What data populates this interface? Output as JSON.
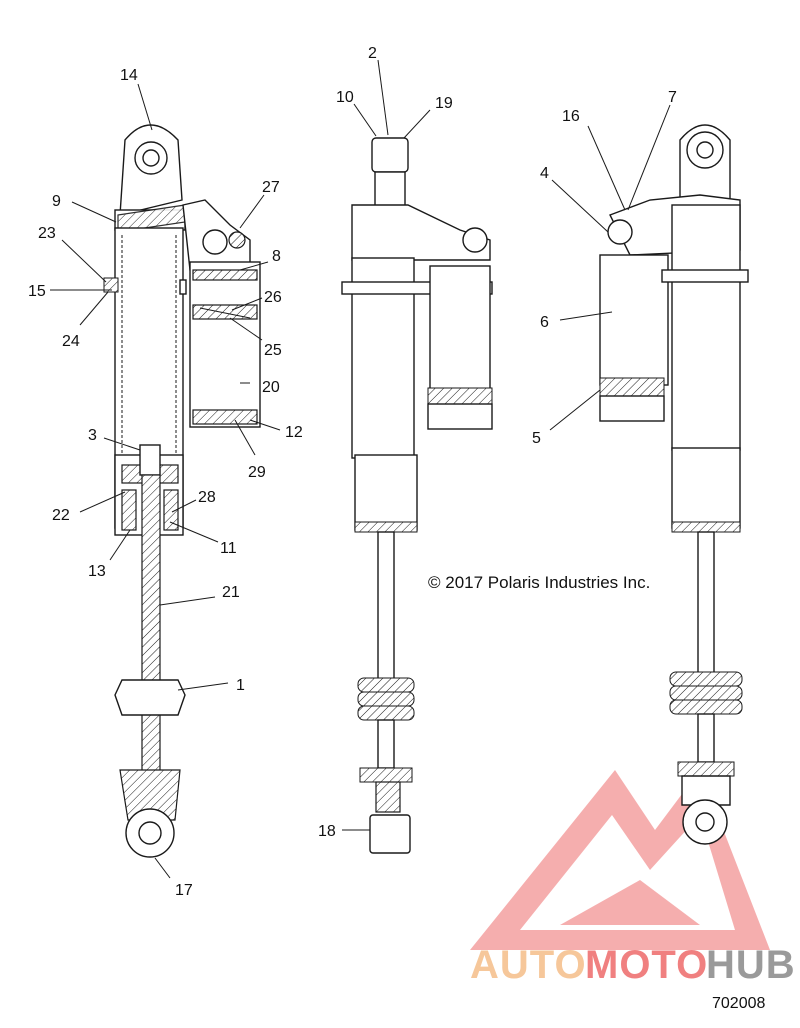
{
  "callouts": {
    "c1": "1",
    "c2": "2",
    "c3": "3",
    "c4": "4",
    "c5": "5",
    "c6": "6",
    "c7": "7",
    "c8": "8",
    "c9": "9",
    "c10": "10",
    "c11": "11",
    "c12": "12",
    "c13": "13",
    "c14": "14",
    "c15": "15",
    "c16": "16",
    "c17": "17",
    "c18": "18",
    "c19": "19",
    "c20": "20",
    "c21": "21",
    "c22": "22",
    "c23": "23",
    "c24": "24",
    "c25": "25",
    "c26": "26",
    "c27": "27",
    "c28": "28",
    "c29": "29"
  },
  "copyright": "© 2017 Polaris Industries Inc.",
  "figure_number": "702008",
  "watermark": {
    "brand_part1": "AUTO",
    "brand_part2": "MOTO",
    "brand_part3": "HUB",
    "color_light": "#f6c79a",
    "color_red": "#f08080",
    "color_gray": "#9a9a9a"
  }
}
